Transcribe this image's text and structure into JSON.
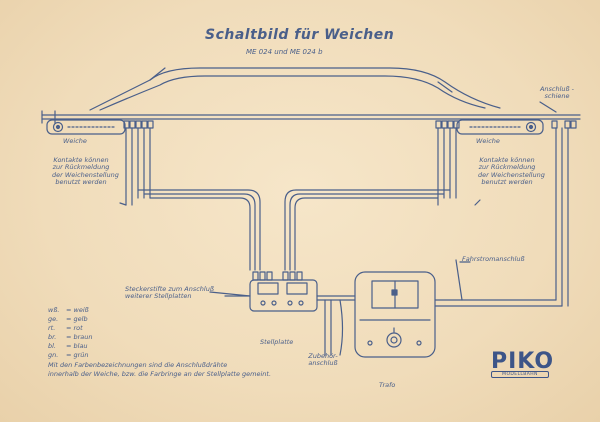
{
  "title": "Schaltbild für Weichen",
  "subtitle": "ME 024 und ME 024 b",
  "labels": {
    "weiche_left": "Weiche",
    "weiche_right": "Weiche",
    "anschluss_schiene_1": "Anschluß -",
    "anschluss_schiene_2": "schiene",
    "contacts_note": [
      "Kontakte können",
      "zur Rückmeldung",
      "der Weichenstellung",
      "benutzt werden"
    ],
    "fahrstrom": "Fahrstromanschluß",
    "steckerstifte_1": "Steckerstifte zum Anschluß",
    "steckerstifte_2": "weiterer Stellplatten",
    "stellplatte": "Stellplatte",
    "zubehoer_1": "Zubehör-",
    "zubehoer_2": "anschluß",
    "trafo": "Trafo"
  },
  "legend": [
    {
      "code": "wß.",
      "meaning": "= weiß"
    },
    {
      "code": "ge.",
      "meaning": "= gelb"
    },
    {
      "code": "rt.",
      "meaning": "= rot"
    },
    {
      "code": "br.",
      "meaning": "= braun"
    },
    {
      "code": "bl.",
      "meaning": "= blau"
    },
    {
      "code": "gn.",
      "meaning": "= grün"
    }
  ],
  "footnote": [
    "Mit den Farbenbezeichnungen sind die Anschlußdrähte",
    "innerhalb der Weiche, bzw. die Farbringe an der Stellplatte gemeint."
  ],
  "logo": {
    "word": "PIKO",
    "sub": "MODELLBAHN"
  },
  "colors": {
    "ink": "#4a5f8a",
    "paper": "#f2dfc0"
  }
}
